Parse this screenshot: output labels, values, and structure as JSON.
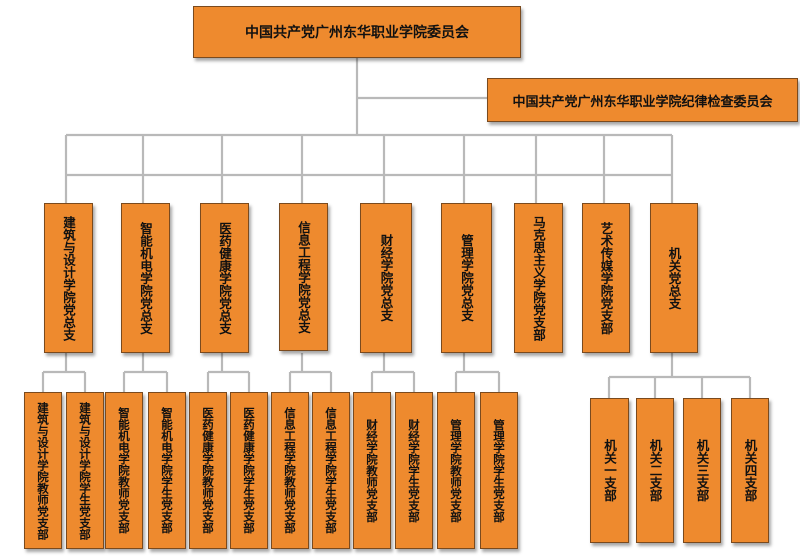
{
  "root": {
    "name": "中国共产党广州东华职业学院委员会"
  },
  "discipline": {
    "name": "中国共产党广州东华职业学院纪律检查委员会"
  },
  "branches": [
    {
      "name": "建筑与设计学院党总支",
      "children": [
        "建筑与设计学院教师党支部",
        "建筑与设计学院学生党支部"
      ]
    },
    {
      "name": "智能机电学院党总支",
      "children": [
        "智能机电学院教师党支部",
        "智能机电学院学生党支部"
      ]
    },
    {
      "name": "医药健康学院党总支",
      "children": [
        "医药健康学院教师党支部",
        "医药健康学院学生党支部"
      ]
    },
    {
      "name": "信息工程学院党总支",
      "children": [
        "信息工程学院教师党支部",
        "信息工程学院学生党支部"
      ]
    },
    {
      "name": "财经学院党总支",
      "children": [
        "财经学院教师党支部",
        "财经学院学生党支部"
      ]
    },
    {
      "name": "管理学院党总支",
      "children": [
        "管理学院教师党支部",
        "管理学院学生党支部"
      ]
    },
    {
      "name": "马克思主义学院党支部",
      "children": []
    },
    {
      "name": "艺术传媒学院党支部",
      "children": []
    },
    {
      "name": "机关党总支",
      "children": [
        "机关一支部",
        "机关二支部",
        "机关三支部",
        "机关四支部"
      ]
    }
  ],
  "colors": {
    "box": "#ee8a2e",
    "border": "#7a4a1e",
    "line": "#b9b9b9",
    "text": "#111111"
  }
}
